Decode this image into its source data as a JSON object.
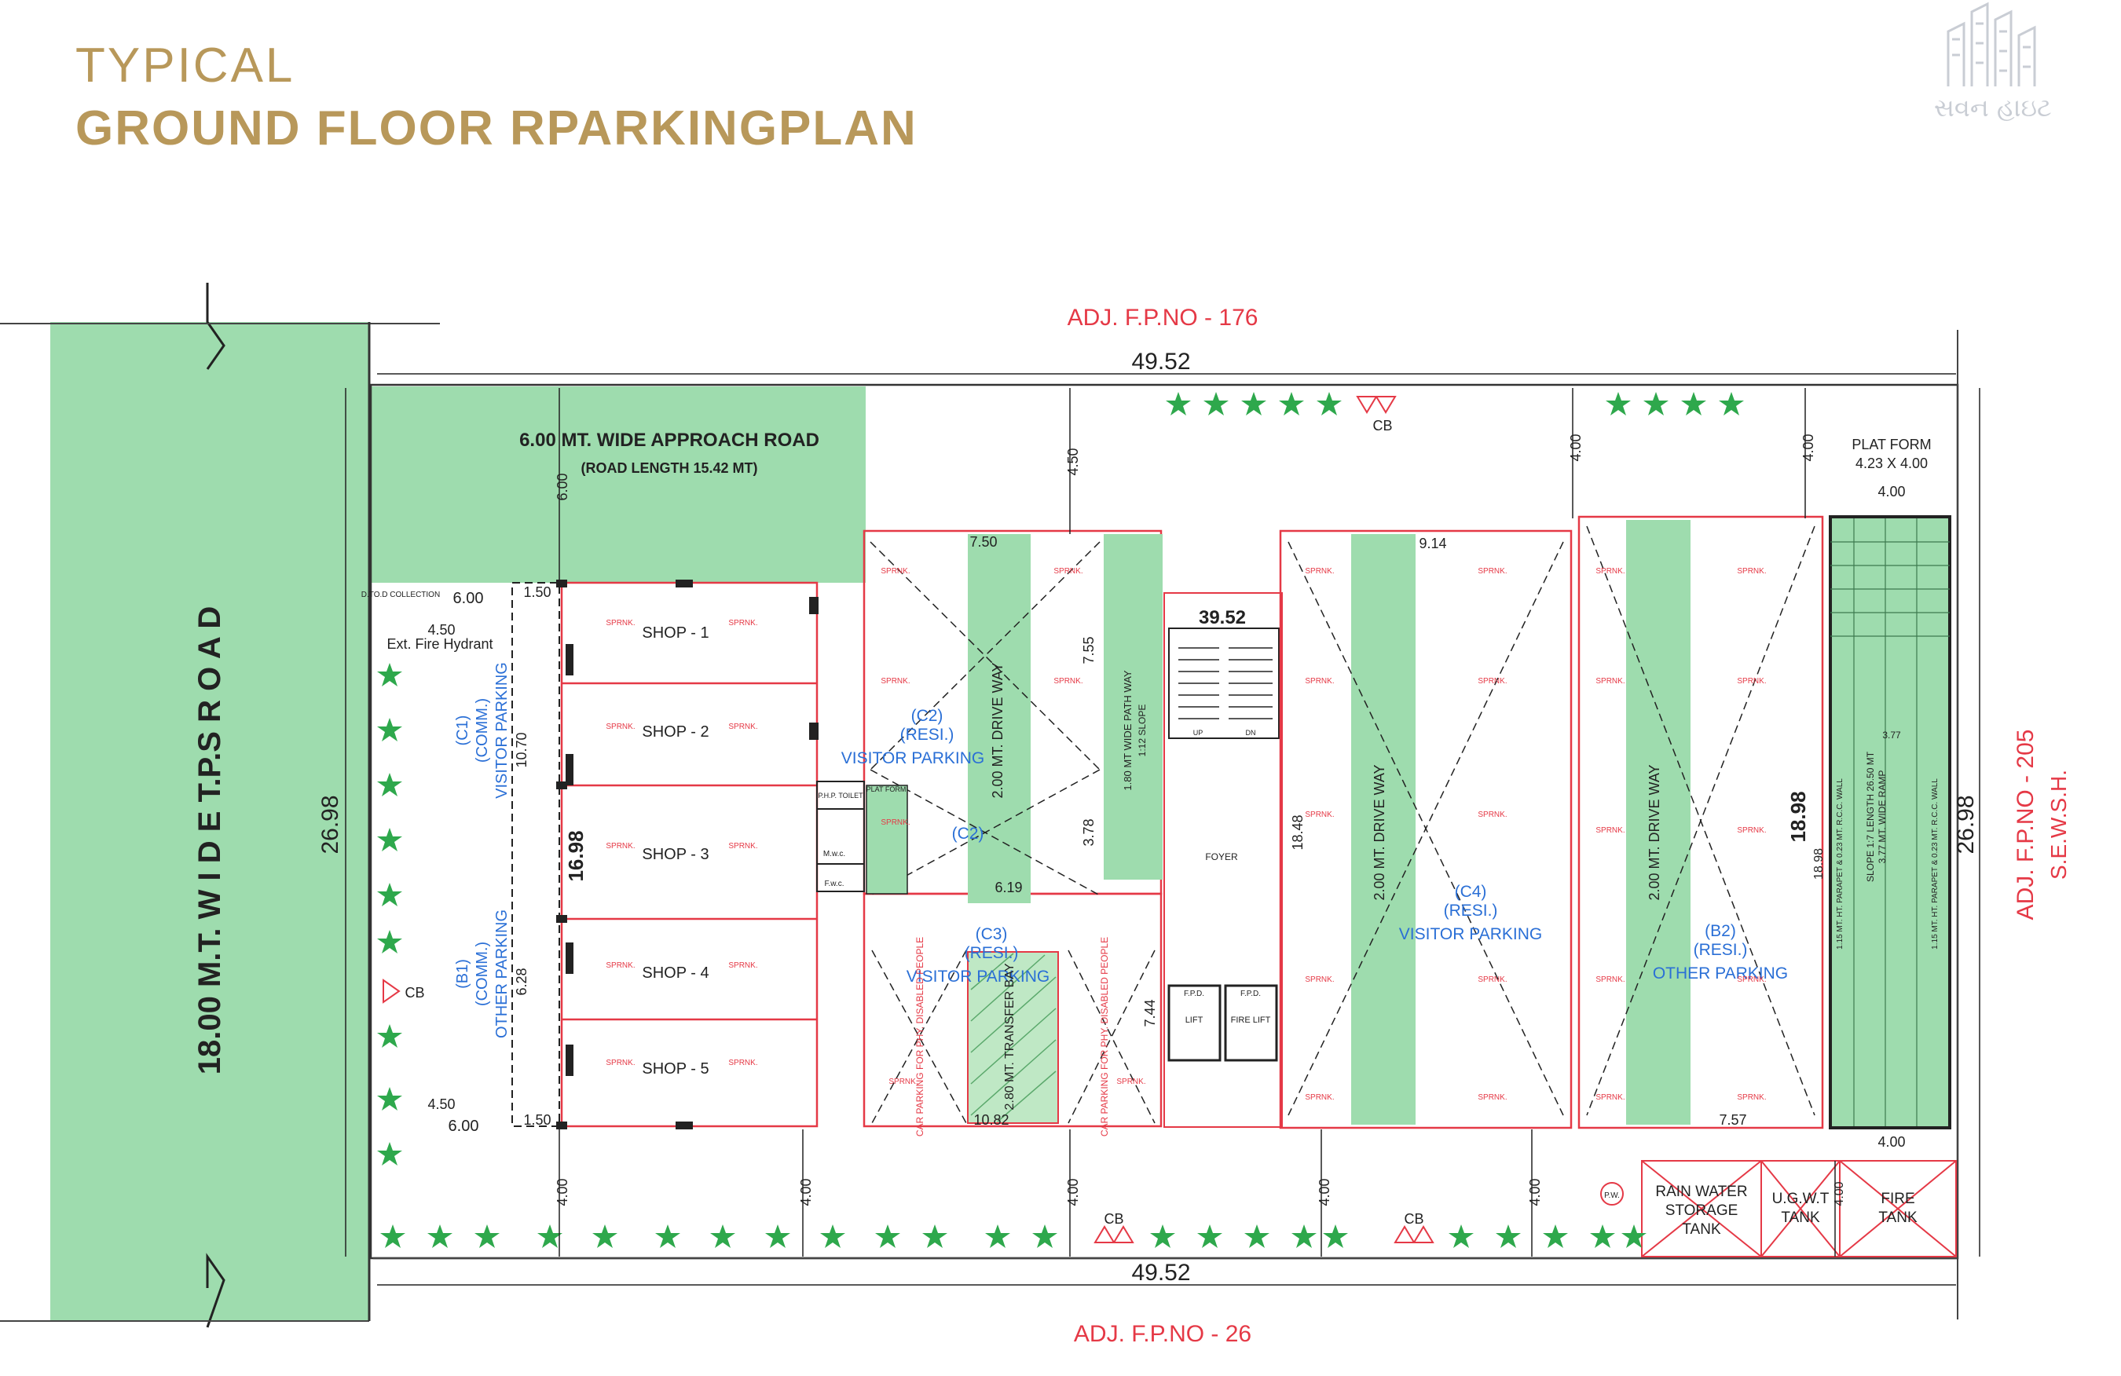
{
  "header": {
    "line1": "TYPICAL",
    "line2": "GROUND FLOOR RPARKINGPLAN",
    "logo_text": "સવન હાઇટ"
  },
  "plan": {
    "adj_top": "ADJ. F.P.NO - 176",
    "adj_bottom": "ADJ. F.P.NO - 26",
    "adj_right": "ADJ. F.P.NO - 205",
    "adj_right_sub": "S.E.W.S.H.",
    "road": "18.00   M.T.  W I D E  T.P.S R O A D",
    "dim_width": "49.52",
    "dim_depth": "26.98",
    "approach_road": "6.00 MT. WIDE APPROACH ROAD",
    "approach_road_len": "(ROAD LENGTH 15.42 MT)",
    "dtod": "D.TO.D COLLECTION",
    "fire_hydrant": "Ext. Fire Hydrant",
    "cb": "CB",
    "sprnk": "SPRNK.",
    "shops": [
      "SHOP - 1",
      "SHOP - 2",
      "SHOP - 3",
      "SHOP - 4",
      "SHOP - 5"
    ],
    "c1_label": "(C1)",
    "c1_sub": "(COMM.)",
    "c1_type": "VISITOR PARKING",
    "b1_label": "(B1)",
    "b1_sub": "(COMM.)",
    "b1_type": "OTHER PARKING",
    "c2_label": "(C2)",
    "c2_sub": "(RESI.)",
    "c2_type": "VISITOR PARKING",
    "c3_label": "(C3)",
    "c3_sub": "(RESI.)",
    "c3_type": "VISITOR PARKING",
    "c4_label": "(C4)",
    "c4_sub": "(RESI.)",
    "c4_type": "VISITOR PARKING",
    "b2_label": "(B2)",
    "b2_sub": "(RESI.)",
    "b2_type": "OTHER PARKING",
    "driveway": "2.00 MT. DRIVE WAY",
    "pathway": "1.80 MT WIDE PATH WAY",
    "pathway_slope": "1:12 SLOPE",
    "transfer_bay": "2.80 MT. TRANSFER BAY",
    "phy_parking": "CAR PARKING FOR PHY. DISABLED PEOPLE",
    "foyer": "FOYER",
    "fpd": "F.P.D.",
    "lift": "LIFT",
    "fire_lift": "FIRE LIFT",
    "phd_toilet": "P.H.P. TOILET",
    "plat_form_small": "PLAT FORM",
    "mwc": "M.w.c.",
    "fwc": "F.w.c.",
    "up": "UP",
    "dn": "DN",
    "platform": "PLAT FORM",
    "platform_dim": "4.23 X 4.00",
    "ramp": "SLOPE 1:7  LENGTH  26.50 MT",
    "ramp_sub": "3.77 MT. WIDE RAMP",
    "parapet": "1.15 MT. HT. PARAPET & 0.23 MT. R.C.C. WALL",
    "rain_water": "RAIN WATER",
    "storage": "STORAGE",
    "tank": "TANK",
    "ugwt": "U.G.W.T",
    "fire_tank": "FIRE",
    "pw": "P.W.",
    "dims": {
      "d600": "6.00",
      "d450": "4.50",
      "d400": "4.00",
      "d150": "1.50",
      "d1070": "10.70",
      "d628": "6.28",
      "d1698": "16.98",
      "d750": "7.50",
      "d755": "7.55",
      "d378": "3.78",
      "d619": "6.19",
      "d3952": "39.52",
      "d914": "9.14",
      "d1848": "18.48",
      "d1898": "18.98",
      "d757": "7.57",
      "d1082": "10.82",
      "d744": "7.44",
      "d377": "3.77"
    }
  }
}
